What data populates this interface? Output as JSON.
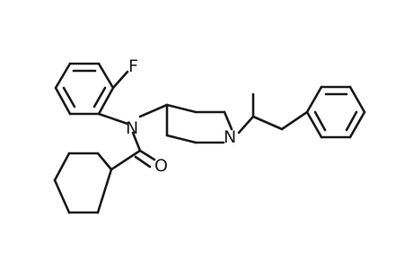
{
  "diagram": {
    "type": "chemical-structure",
    "atoms": {
      "fluorine": "F",
      "amide_nitrogen": "N",
      "piperidine_nitrogen": "N",
      "carbonyl_oxygen": "O"
    }
  }
}
